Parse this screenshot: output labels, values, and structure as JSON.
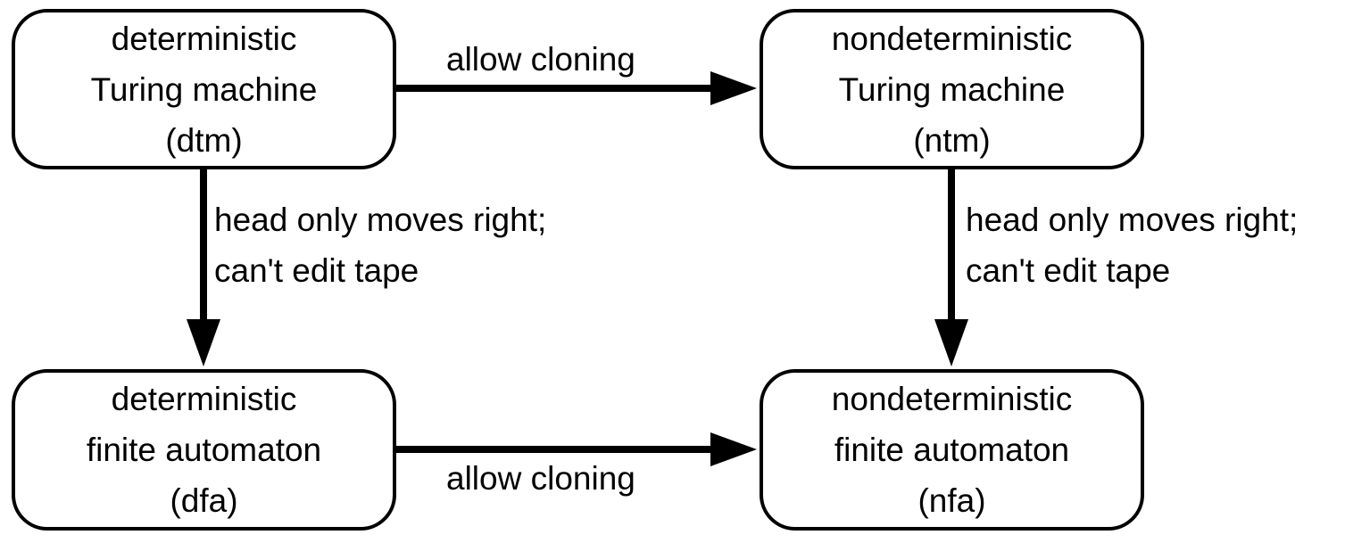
{
  "nodes": {
    "dtm": {
      "lines": [
        "deterministic",
        "Turing machine",
        "(dtm)"
      ]
    },
    "ntm": {
      "lines": [
        "nondeterministic",
        "Turing machine",
        "(ntm)"
      ]
    },
    "dfa": {
      "lines": [
        "deterministic",
        "finite automaton",
        "(dfa)"
      ]
    },
    "nfa": {
      "lines": [
        "nondeterministic",
        "finite automaton",
        "(nfa)"
      ]
    }
  },
  "edges": {
    "dtm_to_ntm": {
      "label": "allow cloning"
    },
    "dfa_to_nfa": {
      "label": "allow cloning"
    },
    "dtm_to_dfa": {
      "lines": [
        "head only moves right;",
        "can't edit tape"
      ]
    },
    "ntm_to_nfa": {
      "lines": [
        "head only moves right;",
        "can't edit tape"
      ]
    }
  },
  "colors": {
    "stroke": "#000000",
    "background": "#ffffff"
  }
}
